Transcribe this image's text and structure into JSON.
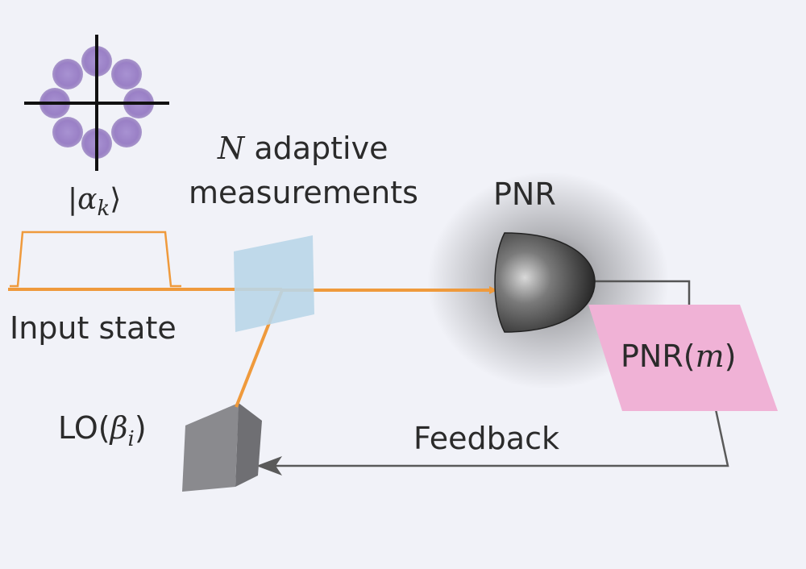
{
  "labels": {
    "ket_open": "|",
    "ket_symbol": "α",
    "ket_sub": "k",
    "ket_close": "⟩",
    "n_symbol": "N",
    "adaptive": "adaptive",
    "measurements": "measurements",
    "pnr_top": "PNR",
    "pnr_box_prefix": "PNR(",
    "pnr_box_var": "m",
    "pnr_box_suffix": ")",
    "input_state": "Input state",
    "feedback": "Feedback",
    "lo_prefix": "LO(",
    "lo_symbol": "β",
    "lo_sub": "i",
    "lo_suffix": ")"
  },
  "colors": {
    "background": "#f1f2f8",
    "beam": "#ef9a3c",
    "constellation": "#9a80c6",
    "beam_splitter": "#b9d6e8",
    "pnr_box": "#f0b2d6",
    "detector": "#3e3e3e",
    "lo_box": "#8a8a8e",
    "feedback_line": "#5a5a5a",
    "text": "#2b2b2b"
  }
}
